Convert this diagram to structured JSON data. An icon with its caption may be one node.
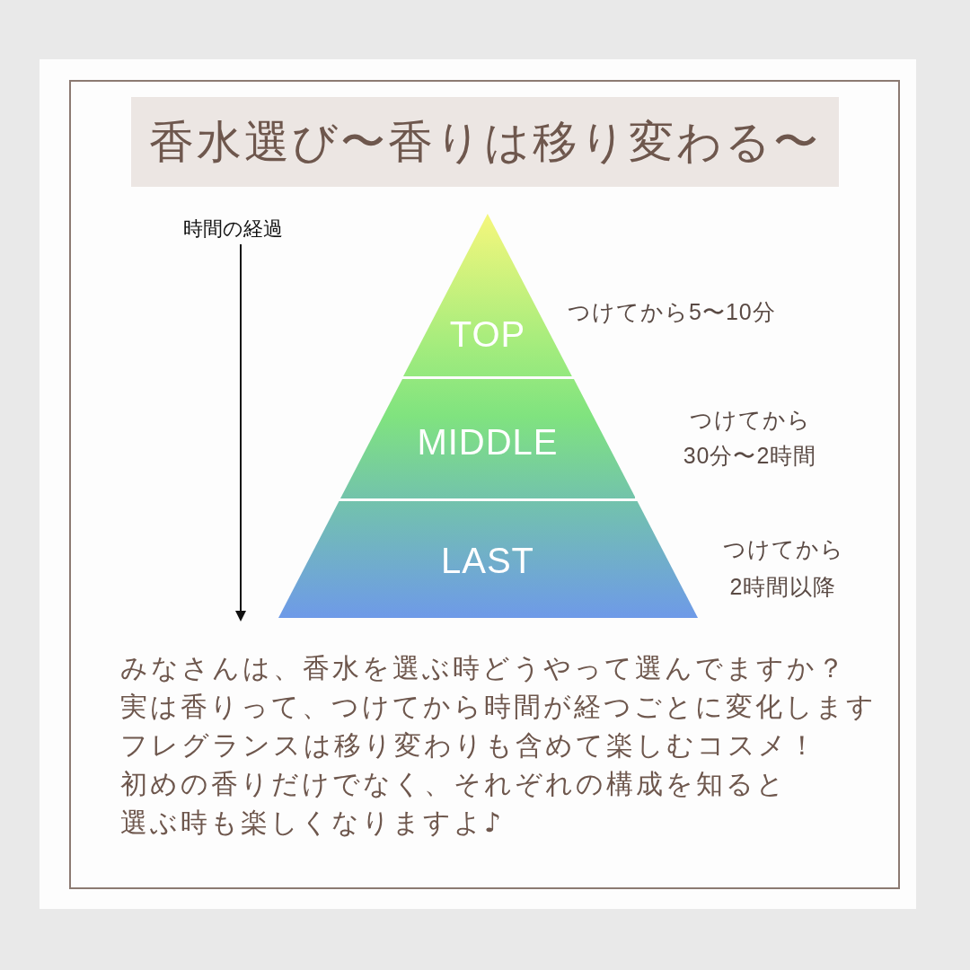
{
  "diagram": {
    "title": "香水選び〜香りは移り変わる〜",
    "nodes": [
      {
        "text": [
          "TOP"
        ],
        "beside": [
          "つけてから5〜10分"
        ]
      },
      {
        "text": [
          "MIDDLE"
        ],
        "beside": [
          "つけてから30分〜2時間"
        ]
      },
      {
        "text": [
          "LAST"
        ],
        "beside": [
          "つけてから2時間以降"
        ]
      }
    ],
    "labels": [
      "時間の経過",
      "みなさんは、香水を選ぶ時どうやって選んでますか？",
      "実は香りって、つけてから時間が経つごとに変化します",
      "フレグランスは移り変わりも含めて楽しむコスメ！",
      "初めの香りだけでなく、それぞれの構成を知ると選ぶ時も楽しくなりますよ♪"
    ]
  }
}
